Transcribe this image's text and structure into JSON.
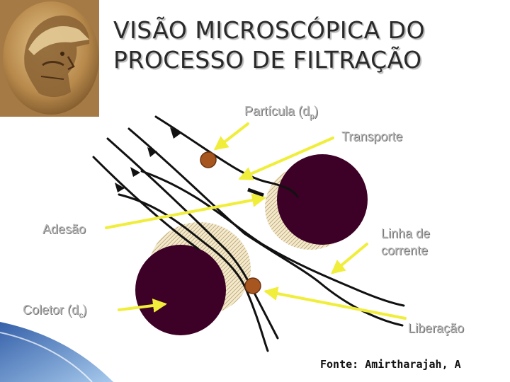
{
  "title": {
    "line1": "VISÃO MICROSCÓPICA DO",
    "line2": "PROCESSO DE FILTRAÇÃO"
  },
  "labels": {
    "particula": {
      "text": "Partícula (d",
      "sub": "p",
      "close": ")"
    },
    "transporte": "Transporte",
    "adesao": "Adesão",
    "linha1": "Linha de",
    "linha2": "corrente",
    "coletor": {
      "text": "Coletor (d",
      "sub": "c",
      "close": ")"
    },
    "liberacao": "Liberação"
  },
  "source": "Fonte: Amirtharajah, A",
  "colors": {
    "collector": "#3d0026",
    "particle": "#a8561f",
    "arrow": "#f0ee3a",
    "label": "#b8b8b8",
    "hatch": "#c8b27a",
    "streamline": "#111111"
  },
  "icons": {
    "logo": "helmeted-warrior-coin-icon"
  }
}
